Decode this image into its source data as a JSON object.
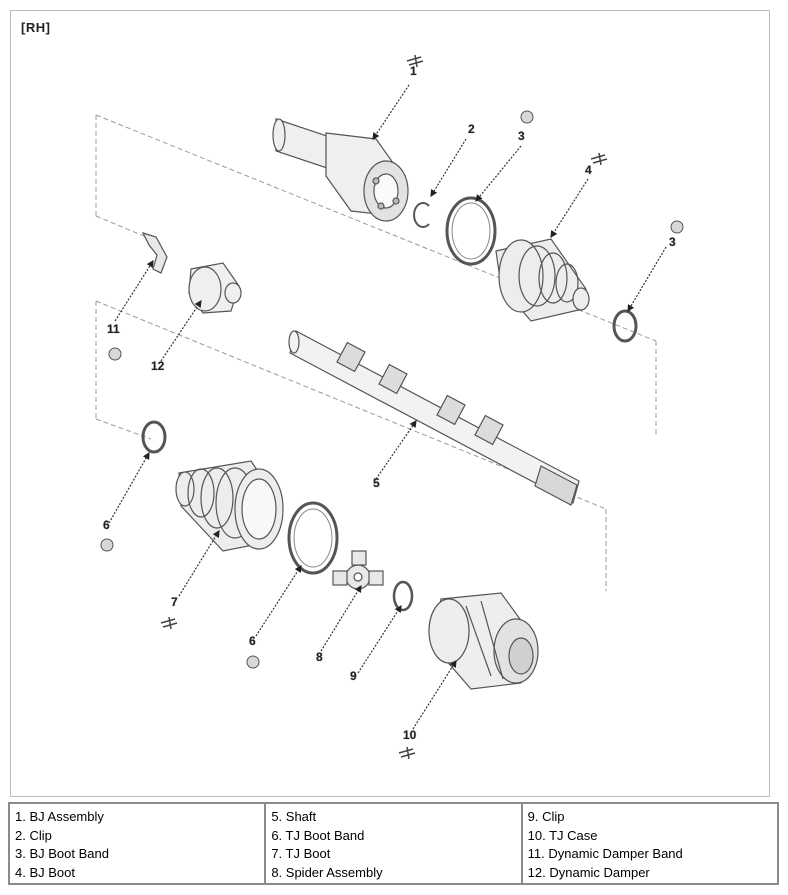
{
  "view_tag": "[RH]",
  "callouts": [
    {
      "id": "c1",
      "text": "1"
    },
    {
      "id": "c2",
      "text": "2"
    },
    {
      "id": "c3a",
      "text": "3"
    },
    {
      "id": "c4",
      "text": "4"
    },
    {
      "id": "c3b",
      "text": "3"
    },
    {
      "id": "c11",
      "text": "11"
    },
    {
      "id": "c12",
      "text": "12"
    },
    {
      "id": "c5",
      "text": "5"
    },
    {
      "id": "c6a",
      "text": "6"
    },
    {
      "id": "c7",
      "text": "7"
    },
    {
      "id": "c6b",
      "text": "6"
    },
    {
      "id": "c8",
      "text": "8"
    },
    {
      "id": "c9",
      "text": "9"
    },
    {
      "id": "c10",
      "text": "10"
    }
  ],
  "legend": [
    [
      "1. BJ Assembly",
      "2. Clip",
      "3. BJ Boot Band",
      "4. BJ Boot"
    ],
    [
      "5. Shaft",
      "6. TJ Boot Band",
      "7. TJ Boot",
      "8. Spider Assembly"
    ],
    [
      "9. Clip",
      "10. TJ Case",
      "11. Dynamic Damper Band",
      "12. Dynamic Damper"
    ]
  ]
}
